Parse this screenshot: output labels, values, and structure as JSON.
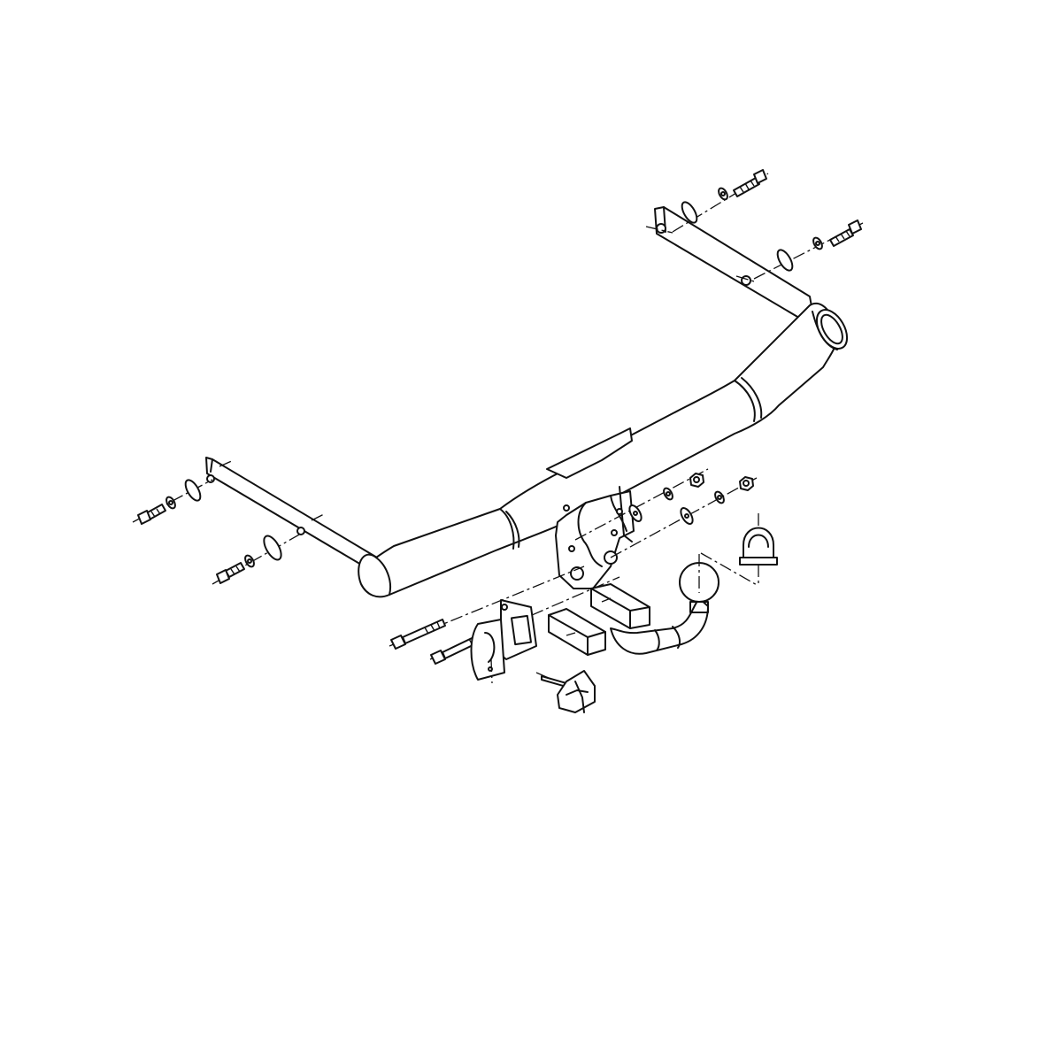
{
  "diagram": {
    "colors": {
      "line": "#111111",
      "background": "#ffffff"
    },
    "parts": [
      "crossbar-tube",
      "left-mounting-bracket",
      "right-mounting-bracket",
      "center-hitch-plate",
      "tow-ball-neck",
      "tow-ball",
      "ball-cover-cap",
      "socket-plate",
      "spacer-blocks",
      "mounting-bolts",
      "washers",
      "nuts"
    ]
  }
}
